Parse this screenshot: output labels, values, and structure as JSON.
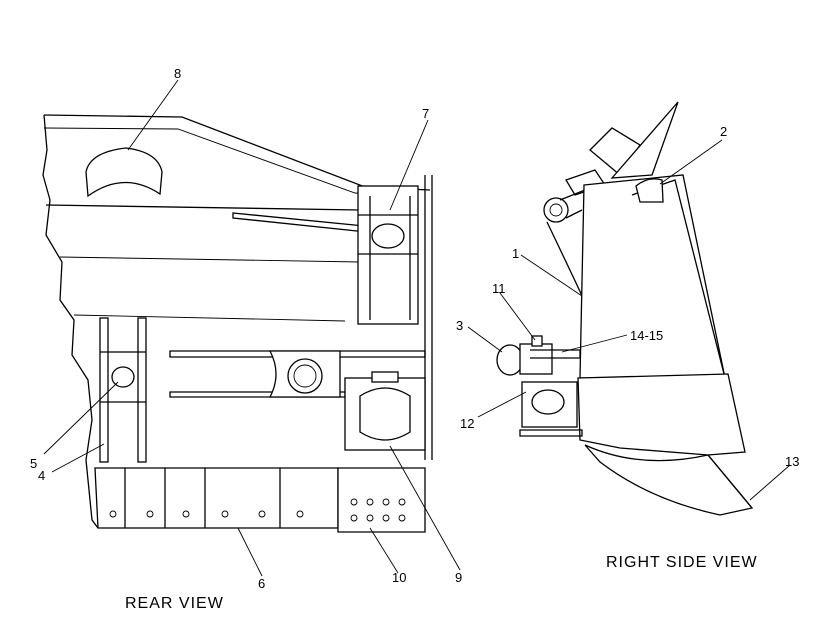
{
  "captions": {
    "rear": "REAR VIEW",
    "right": "RIGHT SIDE VIEW"
  },
  "callouts": {
    "c1": "1",
    "c2": "2",
    "c3": "3",
    "c4": "4",
    "c5": "5",
    "c6": "6",
    "c7": "7",
    "c8": "8",
    "c9": "9",
    "c10": "10",
    "c11": "11",
    "c12": "12",
    "c13": "13",
    "c14_15": "14-15"
  }
}
